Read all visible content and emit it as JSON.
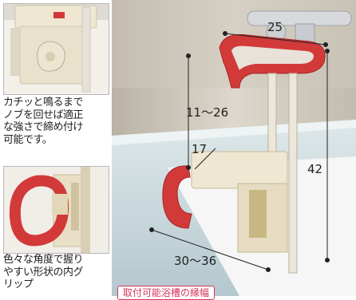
{
  "thumbnails": [
    {
      "caption": "カチッと鳴るまで\nノブを回せば適正\nな強さで締め付け\n可能です。"
    },
    {
      "caption": "色々な角度で握り\nやすい形状の内グ\nリップ"
    }
  ],
  "dimensions": {
    "top_width": "25",
    "height_range": "11～26",
    "grip_offset": "17",
    "total_height": "42",
    "rim_range": "30～36"
  },
  "badge": {
    "text": "取付可能浴槽の縁幅"
  },
  "colors": {
    "grip_red": "#d23a3a",
    "body_cream": "#efe6d2",
    "tub_blue": "#c9d8de",
    "badge_pink": "#d5335a"
  }
}
